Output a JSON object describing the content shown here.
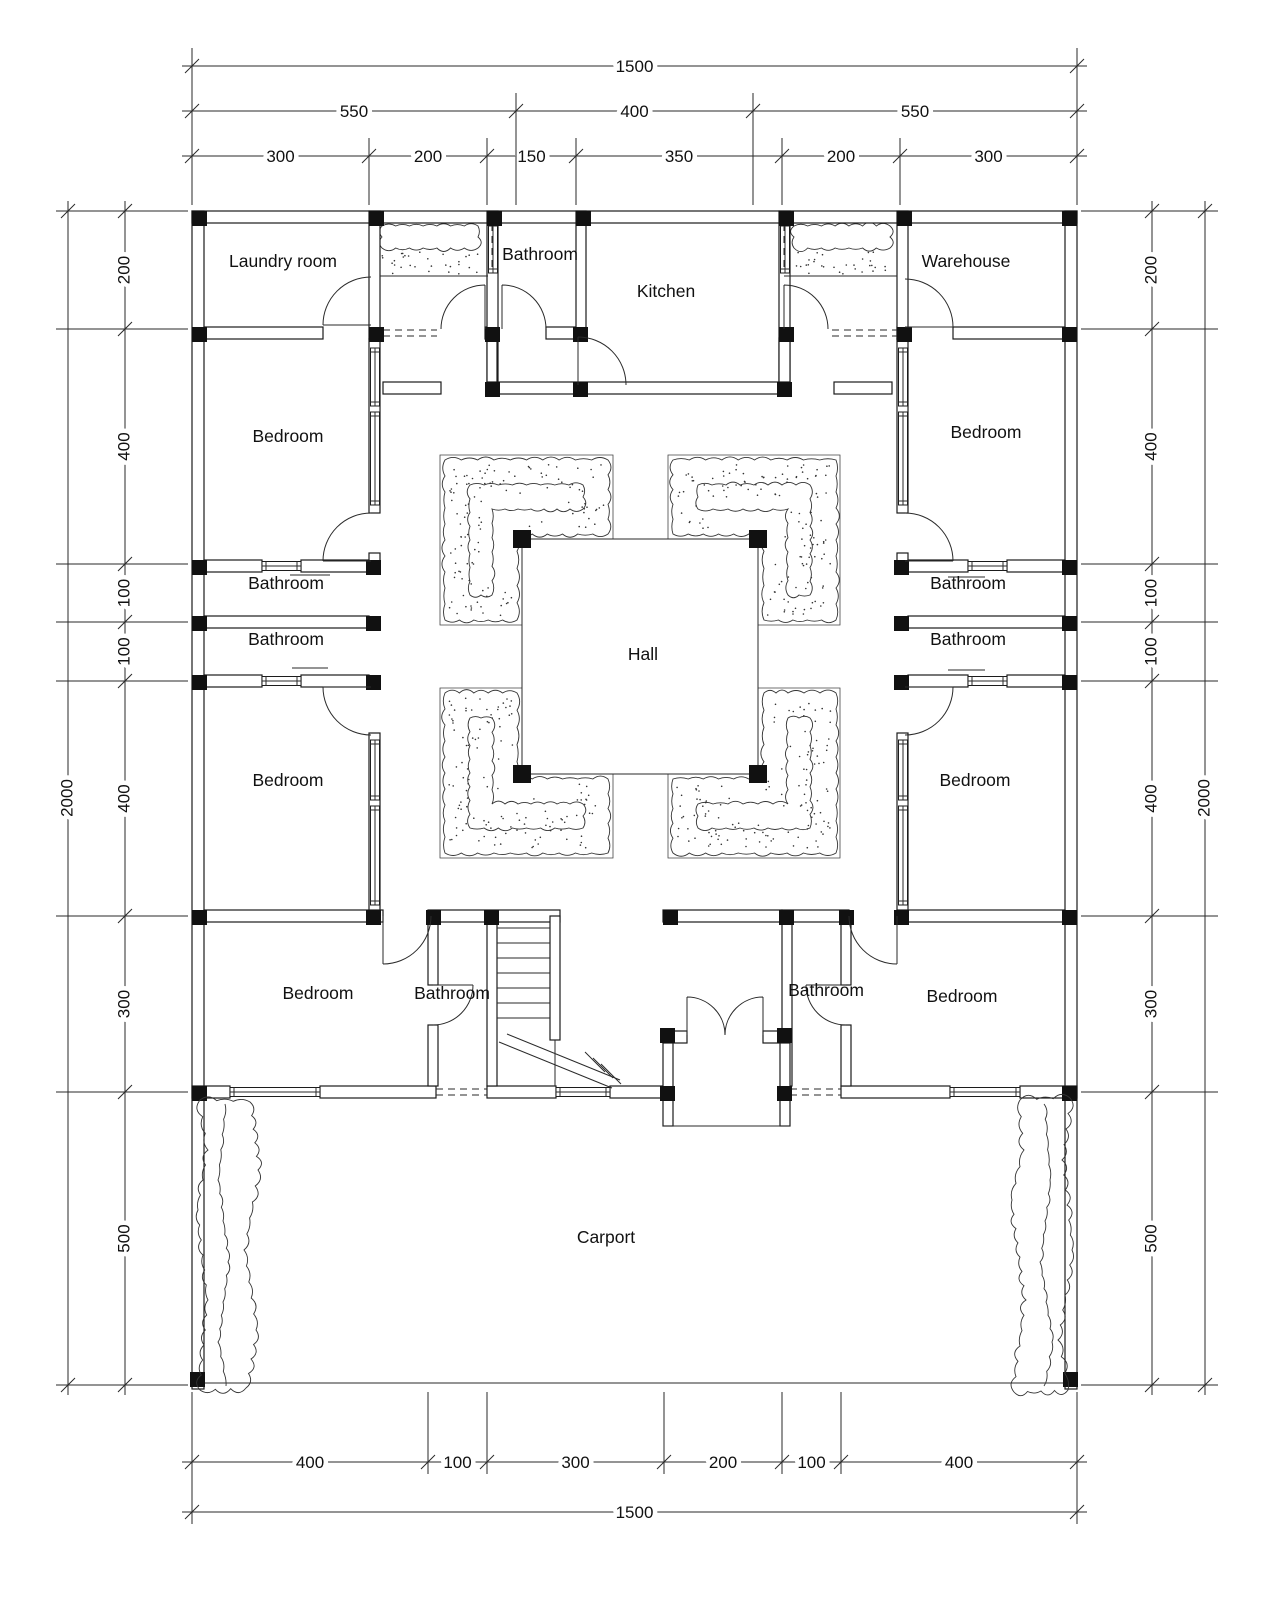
{
  "rooms": {
    "laundry": "Laundry room",
    "bathroom": "Bathroom",
    "kitchen": "Kitchen",
    "warehouse": "Warehouse",
    "bedroom": "Bedroom",
    "hall": "Hall",
    "carport": "Carport"
  },
  "dims": {
    "top_total": "1500",
    "top_row2": [
      "550",
      "400",
      "550"
    ],
    "top_row3": [
      "300",
      "200",
      "150",
      "350",
      "200",
      "300"
    ],
    "left": [
      "200",
      "400",
      "100",
      "100",
      "400",
      "300",
      "500"
    ],
    "left_total": "2000",
    "right": [
      "200",
      "400",
      "100",
      "100",
      "400",
      "300",
      "500"
    ],
    "right_total": "2000",
    "bottom": [
      "400",
      "100",
      "300",
      "200",
      "100",
      "400"
    ],
    "bottom_total": "1500"
  }
}
